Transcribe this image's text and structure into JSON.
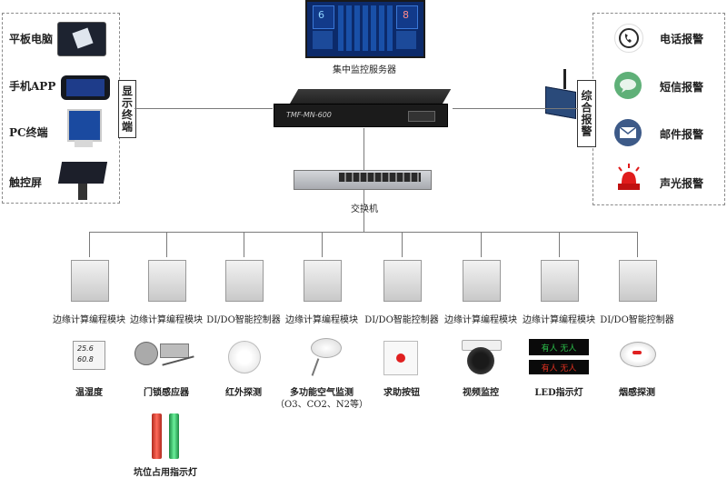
{
  "server": {
    "label": "集中监控服务器",
    "screen_num_left": "6",
    "screen_num_right": "8"
  },
  "host": {
    "model": "TMF-MN-600"
  },
  "switch": {
    "label": "交换机"
  },
  "display": {
    "tab": "显示终端",
    "items": [
      {
        "label": "平板电脑",
        "icon": "tablet-icon"
      },
      {
        "label": "手机APP",
        "icon": "phone-icon"
      },
      {
        "label": "PC终端",
        "icon": "monitor-icon"
      },
      {
        "label": "触控屏",
        "icon": "kiosk-icon"
      }
    ]
  },
  "alarm": {
    "tab": "综合报警",
    "items": [
      {
        "label": "电话报警",
        "icon": "phone-call-icon",
        "color": "#4a9a4a"
      },
      {
        "label": "短信报警",
        "icon": "sms-icon",
        "color": "#5fb078"
      },
      {
        "label": "邮件报警",
        "icon": "mail-icon",
        "color": "#3d5a88"
      },
      {
        "label": "声光报警",
        "icon": "siren-icon",
        "color": "#e01b1b"
      }
    ]
  },
  "modules": [
    {
      "label": "边缘计算编程模块",
      "device": "温湿度",
      "device_icon": "thermo-hygrometer-icon",
      "temp": "25.6",
      "humid": "60.8"
    },
    {
      "label": "边缘计算编程模块",
      "device": "门锁感应器",
      "device_icon": "door-lock-icon"
    },
    {
      "label": "DI/DO智能控制器",
      "device": "红外探测",
      "device_icon": "infrared-detector-icon"
    },
    {
      "label": "边缘计算编程模块",
      "device": "多功能空气监测",
      "device2": "（O3、CO2、N2等）",
      "device_icon": "air-monitor-icon"
    },
    {
      "label": "DI/DO智能控制器",
      "device": "求助按钮",
      "device_icon": "help-button-icon"
    },
    {
      "label": "边缘计算编程模块",
      "device": "视频监控",
      "device_icon": "camera-icon"
    },
    {
      "label": "边缘计算编程模块",
      "device": "LED指示灯",
      "device_icon": "led-panel-icon",
      "led_top": "有人 无人",
      "led_bottom": "有人 无人"
    },
    {
      "label": "DI/DO智能控制器",
      "device": "烟感探测",
      "device_icon": "smoke-detector-icon"
    }
  ],
  "pit": {
    "label": "坑位占用指示灯"
  },
  "colors": {
    "line": "#7a7a7a",
    "dash": "#8a8a8a",
    "led_red": "#e23a2a",
    "led_green": "#3cc46a"
  }
}
